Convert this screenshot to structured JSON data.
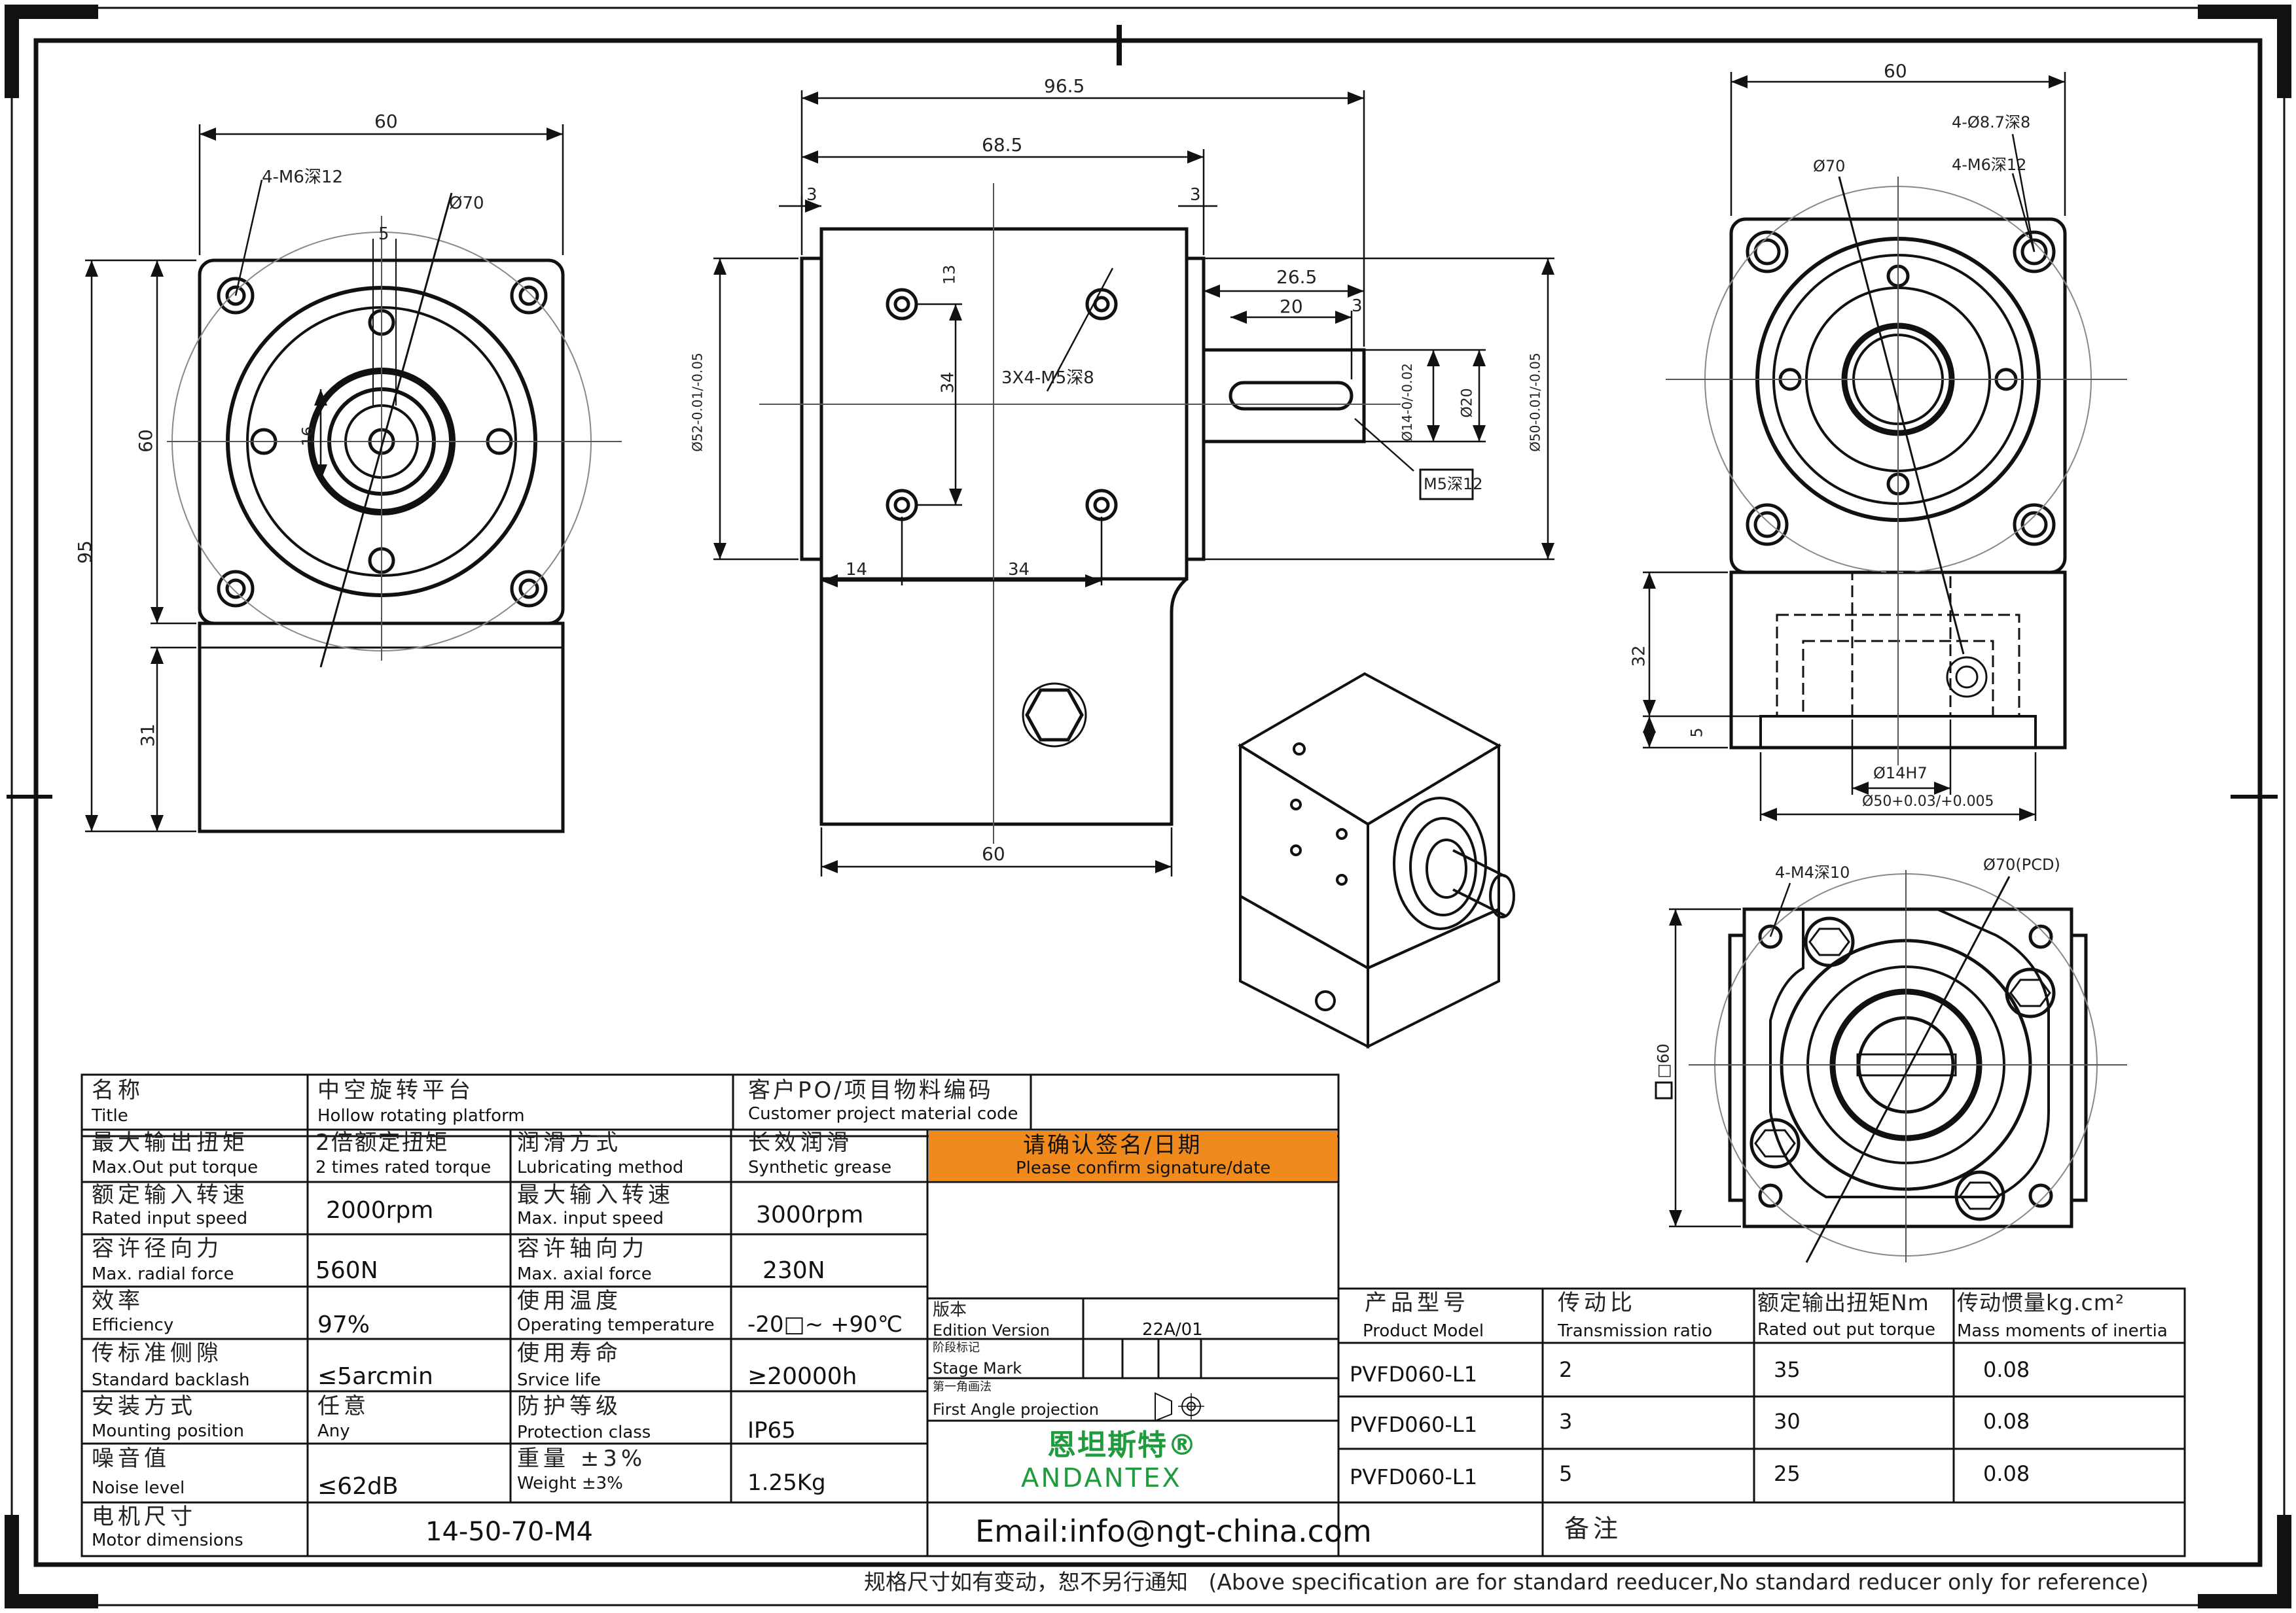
{
  "dimensions": {
    "front": {
      "width": "60",
      "height": "60",
      "overall_h": "95",
      "base_h": "31",
      "tap_holes": "4-M6深12",
      "circle": "Ø70",
      "key": "5",
      "bore": "16"
    },
    "side": {
      "overall": "96.5",
      "body": "68.5",
      "flange_l": "3",
      "flange_r": "3",
      "shaft_len": "26.5",
      "key_len": "20",
      "key_off": "3",
      "holes": "3X4-M5深8",
      "hole_v": "13",
      "hole_vspan": "34",
      "hole_h1": "14",
      "hole_h2": "34",
      "base": "60",
      "dia_left": "Ø52-0.01/-0.05",
      "dia_shaft": "Ø14-0/-0.02",
      "dia_shaft2": "Ø20",
      "dia_right": "Ø50-0.01/-0.05",
      "shaft_tap": "M5深12"
    },
    "right": {
      "width": "60",
      "thru_holes": "4-Ø8.7深8",
      "tap_holes": "4-M6深12",
      "circle": "Ø70",
      "h": "32",
      "h2": "5",
      "bore": "Ø14H7",
      "pilot": "Ø50+0.03/+0.005"
    },
    "bottom": {
      "tap_holes": "4-M4深10",
      "pcd": "Ø70(PCD)",
      "square": "□60"
    }
  },
  "table": {
    "title_cn": "名称",
    "title_en": "Title",
    "title_val_cn": "中空旋转平台",
    "title_val_en": "Hollow rotating platform",
    "customer_cn": "客户PO/项目物料编码",
    "customer_en": "Customer project material code",
    "rows": [
      {
        "k_cn": "最大输出扭矩",
        "k_en": "Max.Out put torque",
        "v": "2倍额定扭矩",
        "v_en": "2 times rated torque",
        "k2_cn": "润滑方式",
        "k2_en": "Lubricating method",
        "v2": "长效润滑",
        "v2_en": "Synthetic grease"
      },
      {
        "k_cn": "额定输入转速",
        "k_en": "Rated input speed",
        "v": "2000rpm",
        "k2_cn": "最大输入转速",
        "k2_en": "Max. input speed",
        "v2": "3000rpm"
      },
      {
        "k_cn": "容许径向力",
        "k_en": "Max. radial force",
        "v": "560N",
        "k2_cn": "容许轴向力",
        "k2_en": "Max. axial force",
        "v2": "230N"
      },
      {
        "k_cn": "效率",
        "k_en": "Efficiency",
        "v": "97%",
        "k2_cn": "使用温度",
        "k2_en": "Operating temperature",
        "v2": "-20□~ +90℃"
      },
      {
        "k_cn": "传标准侧隙",
        "k_en": "Standard backlash",
        "v": "≤5arcmin",
        "k2_cn": "使用寿命",
        "k2_en": "Srvice life",
        "v2": "≥20000h"
      },
      {
        "k_cn": "安装方式",
        "k_en": "Mounting position",
        "v": "任意",
        "v_en": "Any",
        "k2_cn": "防护等级",
        "k2_en": "Protection class",
        "v2": "IP65"
      },
      {
        "k_cn": "噪音值",
        "k_en": "Noise level",
        "v": "≤62dB",
        "k2_cn": "重量 ±3%",
        "k2_en": "Weight ±3%",
        "v2": "1.25Kg"
      }
    ],
    "motor_cn": "电机尺寸",
    "motor_en": "Motor dimensions",
    "motor_val": "14-50-70-M4",
    "confirm_cn": "请确认签名/日期",
    "confirm_en": "Please confirm signature/date",
    "edition_cn": "版本",
    "edition_en": "Edition Version",
    "edition_val": "22A/01",
    "stage_cn": "阶段标记",
    "stage_en": "Stage Mark",
    "proj_cn": "第一角画法",
    "proj_en": "First Angle projection",
    "brand_cn": "恩坦斯特®",
    "brand_en": "ANDANTEX",
    "email": "Email:info@ngt-china.com",
    "remark": "备注",
    "model_headers": [
      {
        "cn": "产品型号",
        "en": "Product Model"
      },
      {
        "cn": "传动比",
        "en": "Transmission ratio"
      },
      {
        "cn": "额定输出扭矩Nm",
        "en": "Rated out put torque"
      },
      {
        "cn": "传动惯量kg.cm²",
        "en": "Mass moments of inertia"
      }
    ],
    "models": [
      {
        "model": "PVFD060-L1",
        "ratio": "2",
        "torque": "35",
        "inertia": "0.08"
      },
      {
        "model": "PVFD060-L1",
        "ratio": "3",
        "torque": "30",
        "inertia": "0.08"
      },
      {
        "model": "PVFD060-L1",
        "ratio": "5",
        "torque": "25",
        "inertia": "0.08"
      }
    ]
  },
  "footer": "规格尺寸如有变动，恕不另行通知   (Above specification are for standard reeducer,No standard reducer only for reference)"
}
